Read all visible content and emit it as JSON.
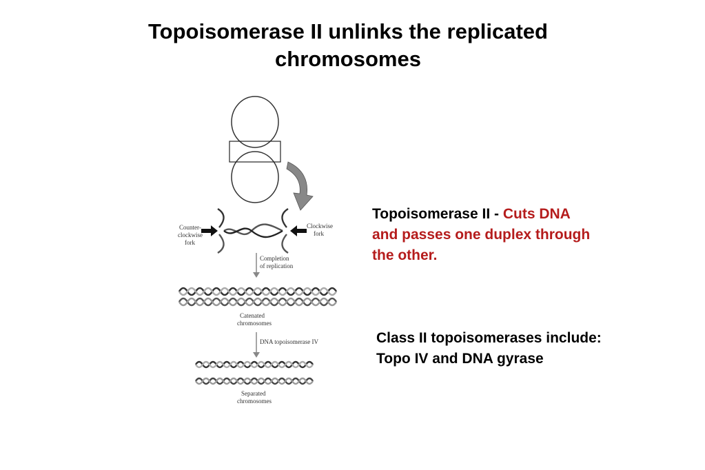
{
  "slide": {
    "title_line1": "Topoisomerase II unlinks the replicated",
    "title_line2": "chromosomes"
  },
  "figure": {
    "label_counter_1": "Counter-",
    "label_counter_2": "clockwise",
    "label_counter_3": "fork",
    "label_clockwise_1": "Clockwise",
    "label_clockwise_2": "fork",
    "label_completion_1": "Completion",
    "label_completion_2": "of replication",
    "label_catenated_1": "Catenated",
    "label_catenated_2": "chromosomes",
    "label_enzyme": "DNA topoisomerase IV",
    "label_separated_1": "Separated",
    "label_separated_2": "chromosomes"
  },
  "text_block_1": {
    "prefix": "Topoisomerase II - ",
    "red_part_1": "Cuts DNA",
    "red_part_2": "and passes one duplex through",
    "red_part_3": "the other."
  },
  "text_block_2": {
    "line1": "Class II topoisomerases include:",
    "line2": "Topo IV and DNA gyrase"
  }
}
